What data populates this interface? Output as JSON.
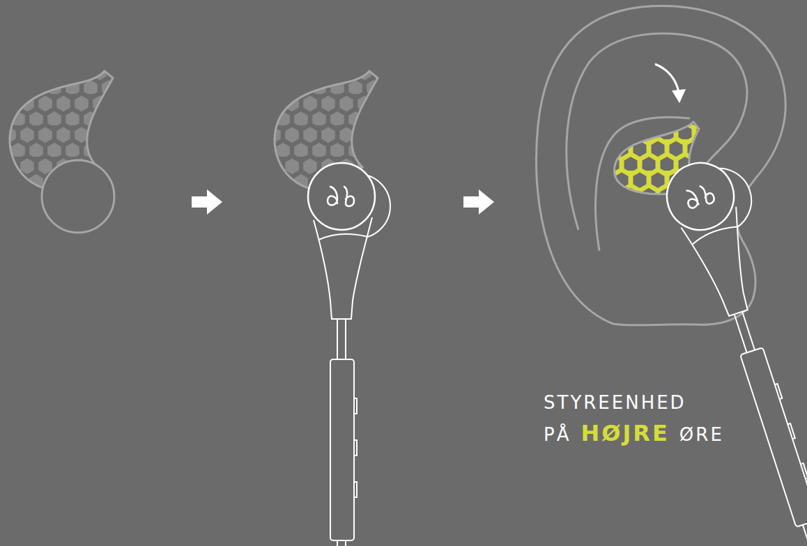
{
  "diagram": {
    "labels": [
      "STYREENHED",
      "PÅ",
      "HØJRE",
      "ØRE"
    ]
  }
}
